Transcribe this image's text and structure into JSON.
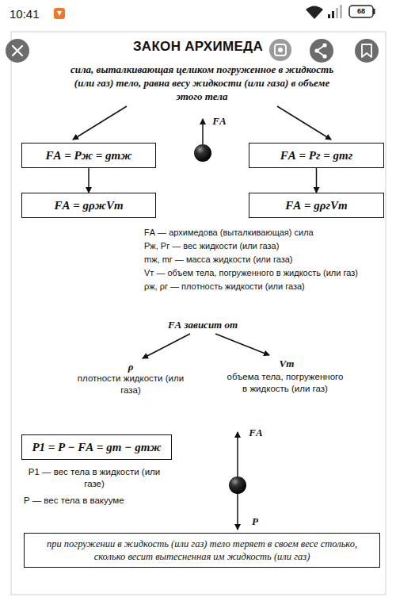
{
  "diagram": {
    "title": "ЗАКОН АРХИМЕДА",
    "nodes": [
      {
        "text": [
          "FА = Pж = gmж"
        ]
      },
      {
        "text": [
          "FА = gρжVт"
        ]
      },
      {
        "text": [
          "FА = Pг = gmг"
        ]
      },
      {
        "text": [
          "FА = gρгVт"
        ]
      },
      {
        "text": [
          "P1 = P − FА = gm − gmж"
        ]
      },
      {
        "text": [
          "при погружении в жидкость (или газ) тело теряет в своем весе столько, сколько весит вытесненная им жидкость (или газ)"
        ]
      }
    ],
    "edges": [
      {
        "from": 0,
        "to": 1,
        "arrow": "to"
      },
      {
        "from": 2,
        "to": 3,
        "arrow": "to"
      }
    ],
    "labels": [
      "10:41",
      "68",
      "сила, выталкивающая целиком погруженное в жидкость (или газ) тело, равна весу жидкости (или газа) в объеме этого тела",
      "FА",
      "FА — архимедова (выталкивающая) сила",
      "Pж, Pг — вес жидкости (или газа)",
      "mж, mг — масса жидкости (или газа)",
      "Vт — объем тела, погруженного в жидкость (или газ)",
      "ρж, ρг — плотность жидкости (или газа)",
      "FА зависит от",
      "ρ",
      "плотности жидкости (или газа)",
      "Vт",
      "объема тела, погруженного в жидкость (или газ)",
      "P1 — вес тела в жидкости (или газе)",
      "P — вес тела в вакууме",
      "FА",
      "P"
    ]
  }
}
